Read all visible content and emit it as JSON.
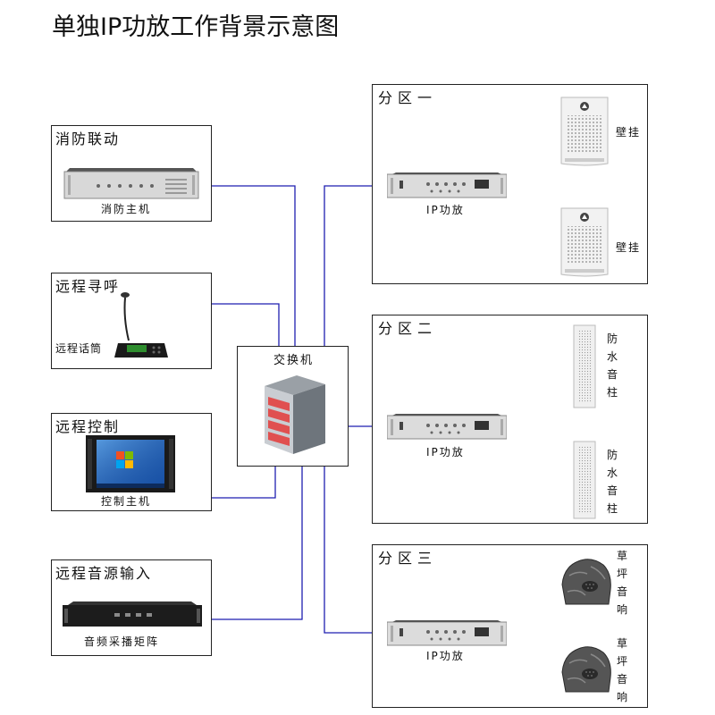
{
  "title": "单独IP功放工作背景示意图",
  "sources": [
    {
      "title": "消防联动",
      "caption": "消防主机"
    },
    {
      "title": "远程寻呼",
      "caption": "远程话筒"
    },
    {
      "title": "远程控制",
      "caption": "控制主机"
    },
    {
      "title": "远程音源输入",
      "caption": "音频采播矩阵"
    }
  ],
  "switch": {
    "label": "交换机"
  },
  "zones": [
    {
      "title": "分区一",
      "amp_label": "IP功放",
      "speaker_label": "壁挂"
    },
    {
      "title": "分区二",
      "amp_label": "IP功放",
      "speaker_label": "防水音柱"
    },
    {
      "title": "分区三",
      "amp_label": "IP功放",
      "speaker_label": "草坪音响"
    }
  ],
  "colors": {
    "control_wire": "#1f1fb0",
    "speaker_wire": "#d42020"
  }
}
